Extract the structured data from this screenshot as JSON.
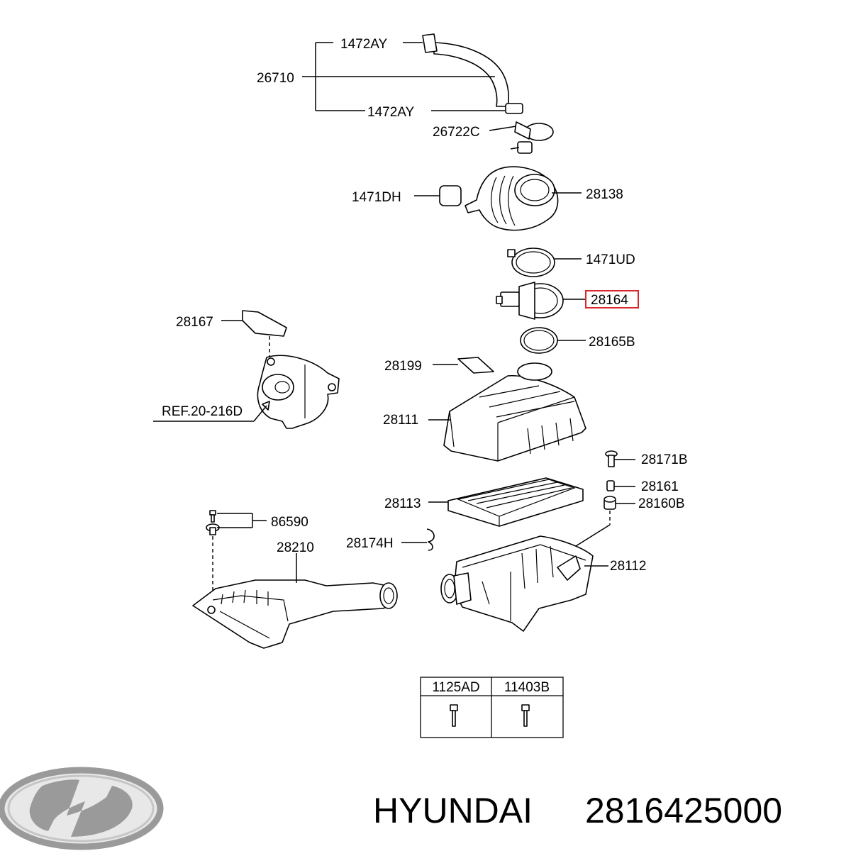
{
  "labels": {
    "l_1472ay_top": "1472AY",
    "l_26710": "26710",
    "l_1472ay_bot": "1472AY",
    "l_26722c": "26722C",
    "l_1471dh": "1471DH",
    "l_28138": "28138",
    "l_1471ud": "1471UD",
    "l_28164": "28164",
    "l_28167": "28167",
    "l_28165b": "28165B",
    "l_28199": "28199",
    "l_ref": "REF.20-216D",
    "l_28111": "28111",
    "l_28171b": "28171B",
    "l_28161": "28161",
    "l_28113": "28113",
    "l_28160b": "28160B",
    "l_86590": "86590",
    "l_28210": "28210",
    "l_28174h": "28174H",
    "l_28112": "28112"
  },
  "table": {
    "col1": "1125AD",
    "col2": "11403B"
  },
  "brand": {
    "name": "HYUNDAI",
    "part_number": "2816425000"
  },
  "colors": {
    "highlight": "#d9262b",
    "logo": "#9a9a9a"
  }
}
